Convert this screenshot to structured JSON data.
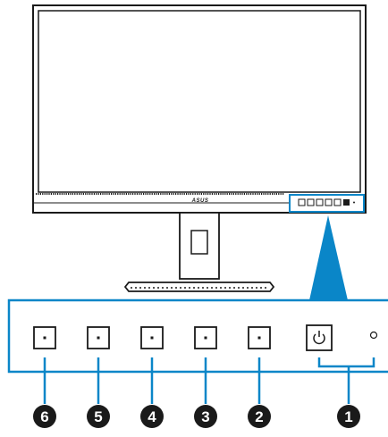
{
  "brand": {
    "logo_text": "ASUS"
  },
  "colors": {
    "accent_blue": "#0a86c8",
    "outline": "#1a1a1a",
    "callout_number_fill": "#1a1a1a",
    "callout_number_text": "#ffffff"
  },
  "front_buttons": [
    {
      "number": "6",
      "icon": "square-dot-icon"
    },
    {
      "number": "5",
      "icon": "square-dot-icon"
    },
    {
      "number": "4",
      "icon": "square-dot-icon"
    },
    {
      "number": "3",
      "icon": "square-dot-icon"
    },
    {
      "number": "2",
      "icon": "square-dot-icon"
    },
    {
      "number": "1",
      "icon": "power-icon"
    }
  ],
  "indicators": [
    {
      "icon": "power-indicator-led-icon"
    }
  ]
}
